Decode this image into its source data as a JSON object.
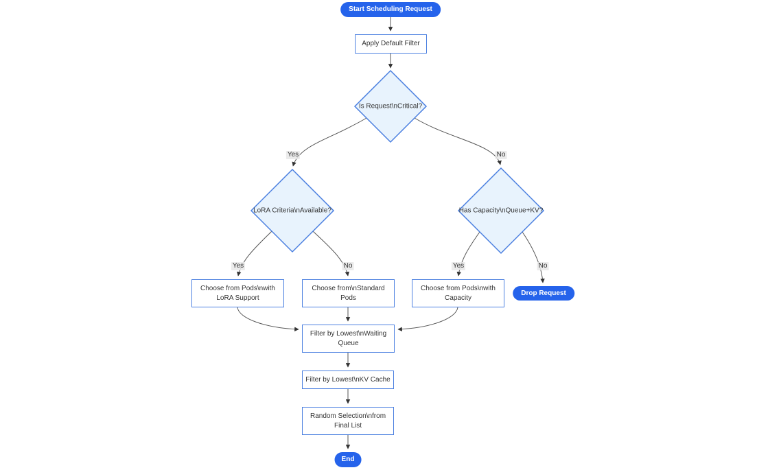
{
  "diagram": {
    "type": "flowchart",
    "colors": {
      "accent_blue": "#2563eb",
      "node_border_blue": "#4a7fe0",
      "decision_fill": "#e8f3fd",
      "rect_fill": "#ffffff",
      "text": "#333333",
      "edge_stroke": "#555555",
      "edge_label_bg": "#e8e8e8",
      "background": "#ffffff"
    },
    "nodes": {
      "start": {
        "label": "Start Scheduling Request",
        "shape": "pill"
      },
      "apply_filter": {
        "label": "Apply Default Filter",
        "shape": "rect"
      },
      "is_critical": {
        "label": "Is Request\\nCritical?",
        "shape": "diamond"
      },
      "lora_available": {
        "label": "LoRA Criteria\\nAvailable?",
        "shape": "diamond"
      },
      "has_capacity": {
        "label": "Has Capacity\\nQueue+KV?",
        "shape": "diamond"
      },
      "choose_lora_pods": {
        "label": "Choose from Pods\\nwith LoRA Support",
        "shape": "rect"
      },
      "choose_standard_pods": {
        "label": "Choose from\\nStandard Pods",
        "shape": "rect"
      },
      "choose_capacity_pods": {
        "label": "Choose from Pods\\nwith Capacity",
        "shape": "rect"
      },
      "drop_request": {
        "label": "Drop Request",
        "shape": "pill"
      },
      "filter_waiting_queue": {
        "label": "Filter by Lowest\\nWaiting Queue",
        "shape": "rect"
      },
      "filter_kv_cache": {
        "label": "Filter by Lowest\\nKV Cache",
        "shape": "rect"
      },
      "random_selection": {
        "label": "Random Selection\\nfrom Final List",
        "shape": "rect"
      },
      "end": {
        "label": "End",
        "shape": "pill"
      }
    },
    "edge_labels": {
      "yes": "Yes",
      "no": "No"
    }
  }
}
